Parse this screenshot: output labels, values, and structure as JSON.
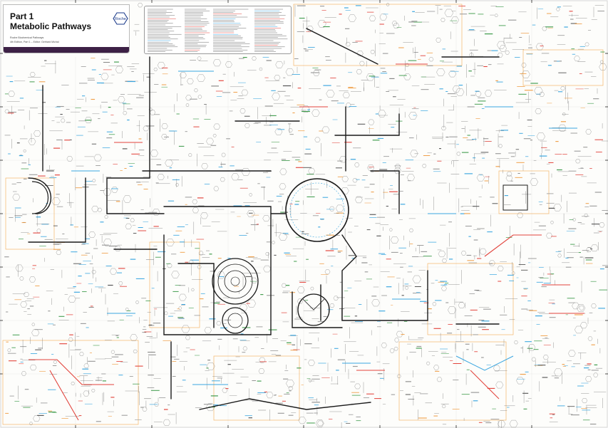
{
  "title_block": {
    "part": "Part 1",
    "title": "Metabolic Pathways",
    "subtitle_line1": "Roche Biochemical Pathways",
    "subtitle_line2": "4th Edition, Part 1 – Editor: Gerhard Michal",
    "logo_text": "Roche",
    "bar_color": "#3d2146"
  },
  "legend": {
    "description": "dense legend and explanatory notes (illegible at this scale)"
  },
  "pathway_colors": {
    "cofactor_blue": "#3aa6e0",
    "enzyme_red": "#e2443c",
    "main_flow_black": "#1a1a1a",
    "lipid_orange": "#f0a04a",
    "regulation_green": "#3d9a4a",
    "text_gray": "#555555"
  },
  "major_cycles": [
    {
      "name": "citrate-cycle",
      "shape": "large-ring"
    },
    {
      "name": "urea-cycle",
      "shape": "ring"
    },
    {
      "name": "lower-left-cycle",
      "shape": "ring"
    },
    {
      "name": "lower-center-cycle",
      "shape": "ring"
    },
    {
      "name": "left-loop",
      "shape": "loop"
    }
  ]
}
